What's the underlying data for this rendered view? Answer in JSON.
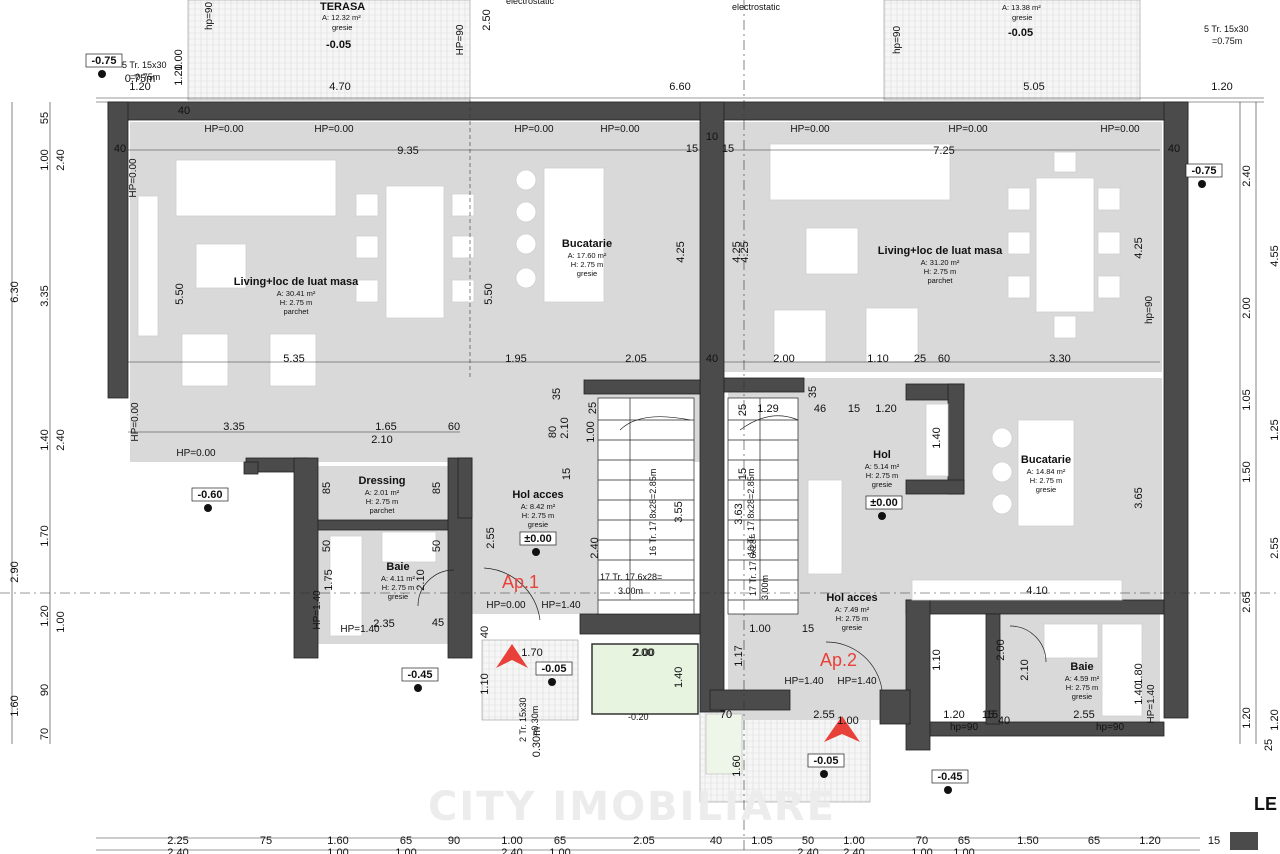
{
  "watermark": "CITY IMOBILIARE",
  "terraces": [
    {
      "name": "TERASA",
      "area": "A: 12.32 m²",
      "finish": "gresie",
      "level": "-0.05"
    },
    {
      "area": "A: 13.38 m²",
      "finish": "gresie",
      "level": "-0.05"
    }
  ],
  "top_labels": {
    "electrostatic_1": "electrostatic",
    "electrostatic_2": "electrostatic",
    "stairs_left": "5 Tr. 15x30",
    "stairs_left_h": "=0.75m",
    "stairs_right": "5 Tr. 15x30",
    "stairs_right_h": "=0.75m"
  },
  "rooms": [
    {
      "name": "Living+loc de luat masa",
      "area": "A: 30.41 m²",
      "height": "H: 2.75 m",
      "finish": "parchet"
    },
    {
      "name": "Bucatarie",
      "area": "A: 17.60 m²",
      "height": "H: 2.75 m",
      "finish": "gresie"
    },
    {
      "name": "Living+loc de luat masa",
      "area": "A: 31.20 m²",
      "height": "H: 2.75 m",
      "finish": "parchet"
    },
    {
      "name": "Dressing",
      "area": "A: 2.01 m²",
      "height": "H: 2.75 m",
      "finish": "parchet"
    },
    {
      "name": "Hol acces",
      "area": "A: 8.42 m²",
      "height": "H: 2.75 m",
      "finish": "gresie"
    },
    {
      "name": "Hol",
      "area": "A: 5.14 m²",
      "height": "H: 2.75 m",
      "finish": "gresie"
    },
    {
      "name": "Bucatarie",
      "area": "A: 14.84 m²",
      "height": "H: 2.75 m",
      "finish": "gresie"
    },
    {
      "name": "Baie",
      "area": "A: 4.11 m²",
      "height": "H: 2.75 m",
      "finish": "gresie"
    },
    {
      "name": "Hol acces",
      "area": "A: 7.49 m²",
      "height": "H: 2.75 m",
      "finish": "gresie"
    },
    {
      "name": "Baie",
      "area": "A: 4.59 m²",
      "height": "H: 2.75 m",
      "finish": "gresie"
    }
  ],
  "levels": [
    "-0.75",
    "-0.75",
    "-0.60",
    "±0.00",
    "±0.00",
    "-0.45",
    "-0.05",
    "-0.05",
    "-0.45"
  ],
  "apartments": [
    "Ap.1",
    "Ap.2"
  ],
  "stairs": [
    "16 Tr. 17.8x28=2.85m",
    "17 Tr. 17.6x28=",
    "3.00m",
    "16 Tr. 17.8x28=2.85m",
    "17 Tr. 17.6x28=",
    "3.00m",
    "2 Tr. 15x30",
    "=0.30m"
  ],
  "hp_labels": [
    "HP=0.00",
    "HP=0.00",
    "HP=0.00",
    "HP=0.00",
    "HP=0.00",
    "HP=0.00",
    "HP=0.00",
    "HP=0.00",
    "HP=0.00",
    "HP=0.00",
    "HP=0.00",
    "HP=1.40",
    "HP=1.40",
    "HP=1.40",
    "HP=1.40",
    "HP=1.40",
    "HP=1.40",
    "hp=90",
    "hp=90",
    "hp=90",
    "HP=90"
  ],
  "dims_top": [
    "4.70",
    "6.60",
    "5.05",
    "1.20",
    "1.20",
    "2.50",
    "1.00",
    "1.20"
  ],
  "dims_inner": [
    "9.35",
    "7.25",
    "5.35",
    "1.95",
    "2.05",
    "2.00",
    "1.10",
    "25",
    "60",
    "3.30",
    "3.35",
    "1.65",
    "2.10",
    "60",
    "1.29",
    "46",
    "15",
    "1.20",
    "4.10",
    "1.00",
    "15",
    "1.70",
    "2.00",
    "2.35",
    "45",
    "1.20",
    "2.55",
    "2.55",
    "70",
    "15",
    "40",
    "40",
    "40",
    "40",
    "15",
    "15",
    "10",
    "15"
  ],
  "dims_vertical": [
    "4.25",
    "4.25",
    "5.50",
    "5.50",
    "4.25",
    "4.25",
    "3.55",
    "3.63",
    "2.40",
    "2.10",
    "2.10",
    "1.75",
    "1.80",
    "1.40",
    "1.40",
    "1.10",
    "2.10",
    "1.17",
    "1.60",
    "3.65",
    "2.55",
    "80",
    "85",
    "85",
    "50",
    "50",
    "25",
    "25",
    "35",
    "35",
    "1.00",
    "15",
    "15"
  ],
  "dims_left": [
    "55",
    "1.00",
    "2.40",
    "6.30",
    "3.35",
    "1.40",
    "2.40",
    "1.70",
    "2.90",
    "1.20",
    "1.00",
    "1.60",
    "90",
    "70"
  ],
  "dims_right": [
    "2.40",
    "4.55",
    "2.00",
    "1.05",
    "1.25",
    "1.50",
    "2.55",
    "2.65",
    "1.20",
    "1.20",
    "25"
  ],
  "dims_bottom_row1": [
    "2.25",
    "75",
    "1.60",
    "65",
    "90",
    "1.00",
    "65",
    "2.05",
    "40",
    "1.05",
    "50",
    "1.00",
    "70",
    "65",
    "1.50",
    "65",
    "1.20",
    "15"
  ],
  "dims_bottom_row2": [
    "2.40",
    "1.00",
    "1.00",
    "2.40",
    "1.00",
    "2.40",
    "2.40",
    "1.00",
    "1.00"
  ],
  "pool": {
    "width": "2.00",
    "height": "1.40",
    "level": "-0.20"
  },
  "legend_label": "LE",
  "misc": [
    "0.75m",
    "0.30m",
    "40",
    "40",
    "1.00",
    "2.00",
    "1.10"
  ]
}
